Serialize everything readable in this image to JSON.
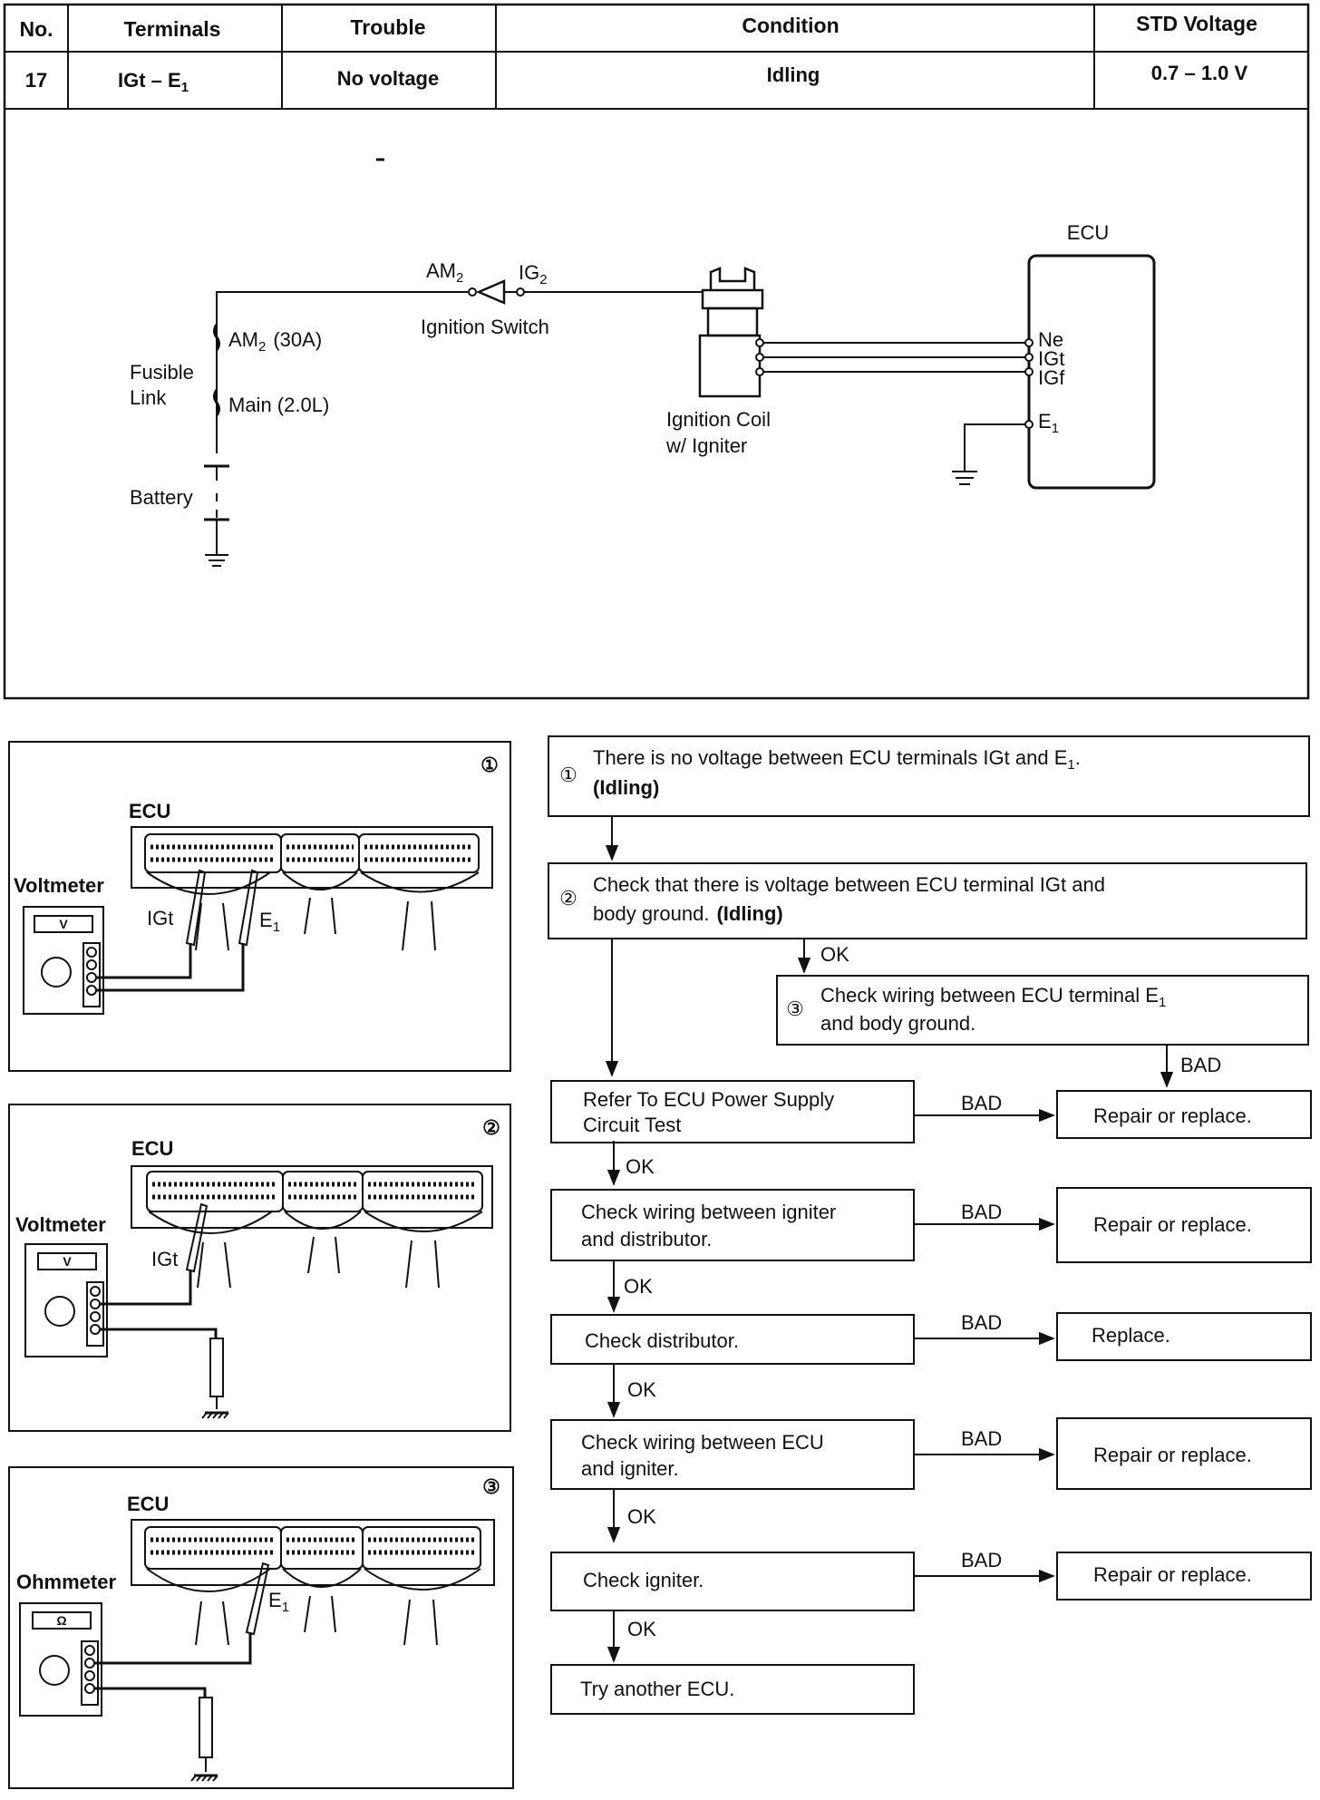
{
  "table": {
    "headers": {
      "no": "No.",
      "terminals": "Terminals",
      "trouble": "Trouble",
      "condition": "Condition",
      "std_voltage": "STD Voltage"
    },
    "row": {
      "no": "17",
      "terminals_main": "IGt  –  E",
      "terminals_sub": "1",
      "trouble": "No voltage",
      "condition": "Idling",
      "std_voltage": "0.7 – 1.0 V"
    }
  },
  "circuit": {
    "ecu_label": "ECU",
    "am2_main": "AM",
    "am2_sub": "2",
    "ig2_main": "IG",
    "ig2_sub": "2",
    "ignition_switch_label": "Ignition Switch",
    "fusible_link_line1": "Fusible",
    "fusible_link_line2": "Link",
    "fuse_am2_main": "AM",
    "fuse_am2_sub": "2",
    "fuse_am2_rating": "(30A)",
    "fuse_main_label": "Main (2.0L)",
    "battery_label": "Battery",
    "coil_line1": "Ignition Coil",
    "coil_line2": "w/ Igniter",
    "terminal_ne": "Ne",
    "terminal_igt": "IGt",
    "terminal_igf": "IGf",
    "terminal_e1_main": "E",
    "terminal_e1_sub": "1"
  },
  "panels": [
    {
      "number": "①",
      "ecu": "ECU",
      "meter": "Voltmeter",
      "meter_symbol": "V",
      "probe_a": "IGt",
      "probe_b_main": "E",
      "probe_b_sub": "1"
    },
    {
      "number": "②",
      "ecu": "ECU",
      "meter": "Voltmeter",
      "meter_symbol": "V",
      "probe_a": "IGt"
    },
    {
      "number": "③",
      "ecu": "ECU",
      "meter": "Ohmmeter",
      "meter_symbol": "Ω",
      "probe_b_main": "E",
      "probe_b_sub": "1"
    }
  ],
  "flowchart": {
    "step1": {
      "number": "①",
      "line1_main": "There is no voltage between ECU terminals IGt and E",
      "line1_sub": "1",
      "line1_end": ".",
      "line2": "(Idling)"
    },
    "step2": {
      "number": "②",
      "line1": "Check that there is voltage between ECU terminal IGt and",
      "line2_a": "body ground.",
      "line2_b": "(Idling)"
    },
    "step3": {
      "number": "③",
      "line1_main": "Check wiring between ECU terminal E",
      "line1_sub": "1",
      "line2": "and body ground."
    },
    "refer": {
      "line1": "Refer To ECU Power Supply",
      "line2": "Circuit Test"
    },
    "igniter_dist": {
      "line1": "Check wiring between igniter",
      "line2": "and distributor."
    },
    "distributor": {
      "label": "Check distributor."
    },
    "ecu_igniter": {
      "line1": "Check wiring between ECU",
      "line2": "and igniter."
    },
    "igniter": {
      "label": "Check igniter."
    },
    "try_ecu": {
      "label": "Try another ECU."
    },
    "results": [
      "Repair or replace.",
      "Repair or replace.",
      "Replace.",
      "Repair or replace.",
      "Repair or replace."
    ],
    "ok": "OK",
    "bad": "BAD"
  }
}
